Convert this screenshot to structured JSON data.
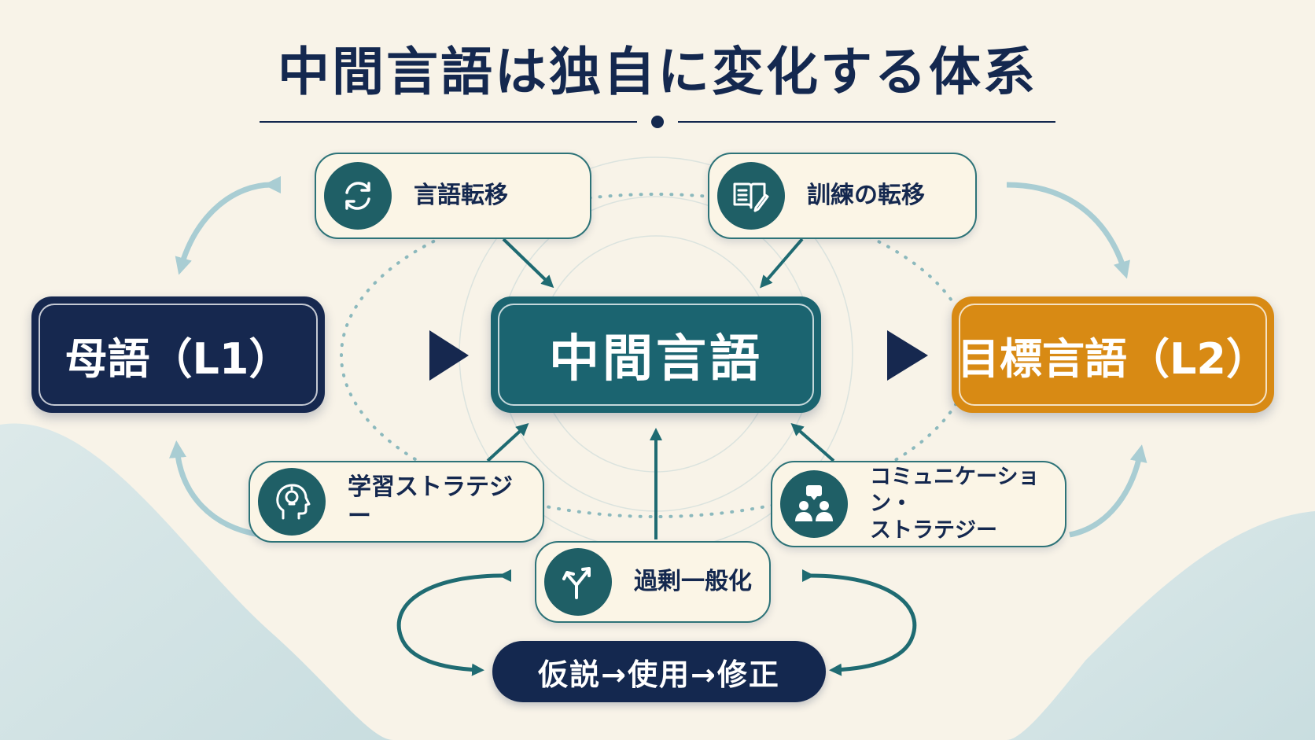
{
  "title": "中間言語は独自に変化する体系",
  "nodes": {
    "l1": "母語（L1）",
    "interlanguage": "中間言語",
    "l2": "目標言語（L2）"
  },
  "factors": {
    "language_transfer": "言語転移",
    "training_transfer": "訓練の転移",
    "learning_strategy": "学習ストラテジー",
    "communication_strategy_line1": "コミュニケーション・",
    "communication_strategy_line2": "ストラテジー",
    "overgeneralization": "過剰一般化"
  },
  "cycle": "仮説→使用→修正",
  "icons": {
    "language_transfer": "cycle-arrows-icon",
    "training_transfer": "book-pencil-icon",
    "learning_strategy": "head-lightbulb-icon",
    "communication_strategy": "people-chat-icon",
    "overgeneralization": "split-arrow-icon"
  },
  "colors": {
    "navy": "#14284f",
    "teal": "#1b6470",
    "orange": "#d88a14",
    "background": "#f8f3e8"
  }
}
